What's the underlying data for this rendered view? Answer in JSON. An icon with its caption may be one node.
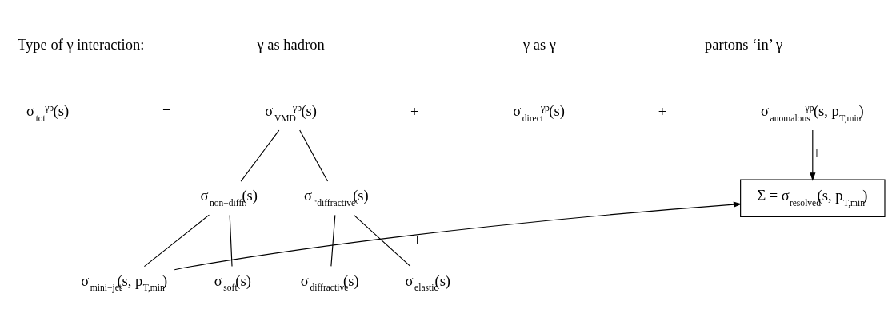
{
  "diagram": {
    "nodes": [
      {
        "text": [
          "σ$_{tot}$$^{γp}$(s)"
        ]
      },
      {
        "text": [
          "σ$_{VMD}$$^{γp}$(s)"
        ]
      },
      {
        "text": [
          "σ$_{direct}$$^{γp}$(s)"
        ]
      },
      {
        "text": [
          "σ$_{anomalous}$$^{γp}$(s, p$_{T,min}$)"
        ]
      },
      {
        "text": [
          "σ$_{\"diffractive\"}$(s)"
        ]
      },
      {
        "text": [
          "σ$_{non−diffr.}$(s)"
        ]
      },
      {
        "text": [
          "Σ = σ$_{resolved}$(s, p$_{T,min}$)"
        ]
      },
      {
        "text": [
          "σ$_{elastic}$(s)"
        ]
      },
      {
        "text": [
          "σ$_{diffractive}$(s)"
        ]
      },
      {
        "text": [
          "σ$_{soft}$(s)"
        ]
      },
      {
        "text": [
          "σ$_{mini−jet}$(s, p$_{T,min}$)"
        ]
      }
    ],
    "edges": [
      {
        "from": 1,
        "to": 4,
        "arrow": "none"
      },
      {
        "from": 1,
        "to": 5,
        "arrow": "none"
      },
      {
        "from": 3,
        "to": 6,
        "arrow": "to",
        "label": "+"
      },
      {
        "from": 4,
        "to": 7,
        "arrow": "none"
      },
      {
        "from": 4,
        "to": 8,
        "arrow": "none"
      },
      {
        "from": 5,
        "to": 9,
        "arrow": "none"
      },
      {
        "from": 5,
        "to": 10,
        "arrow": "none"
      },
      {
        "from": 10,
        "to": 6,
        "arrow": "to",
        "label": "+"
      }
    ],
    "labels": [
      "Type of γ interaction:",
      "γ as hadron",
      "γ as γ",
      "partons ‘in’ γ",
      "=",
      "+",
      "+"
    ]
  }
}
